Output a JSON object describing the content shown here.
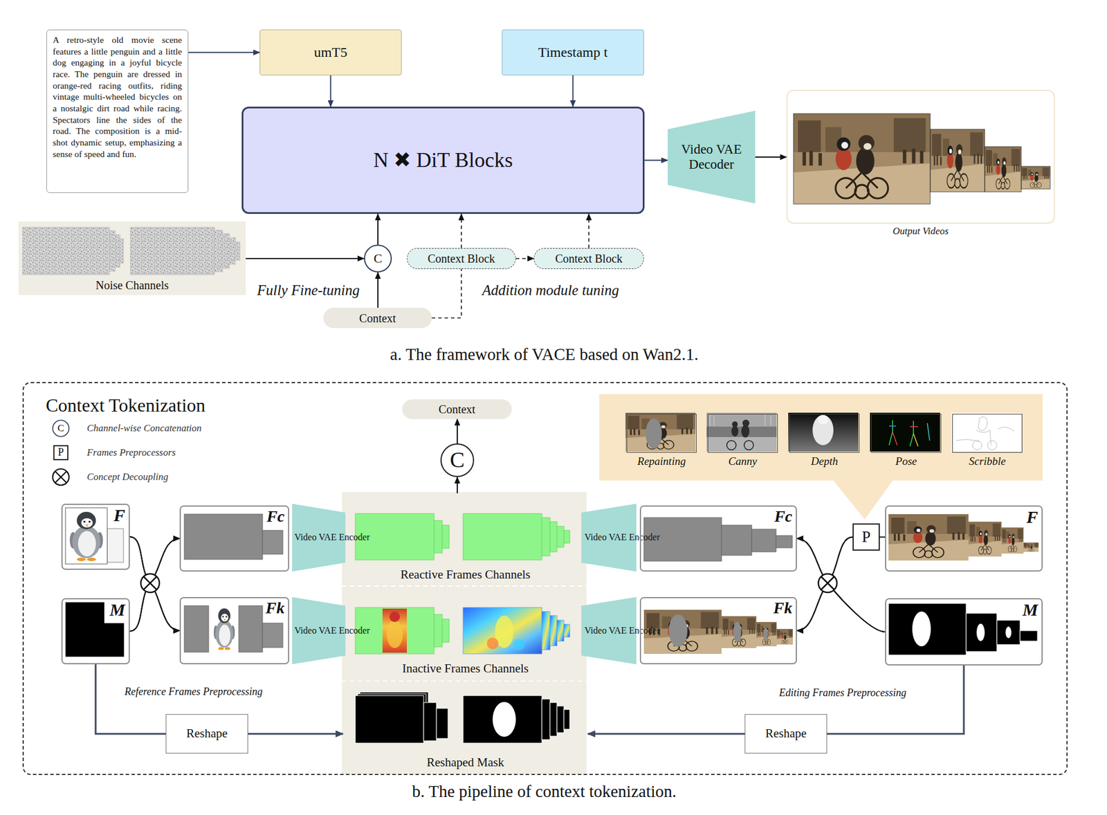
{
  "diagram": {
    "nodes": [
      {
        "text": [
          "A retro-style old movie scene features a little penguin and a little dog engaging in a joyful bicycle race. The penguin are dressed in orange-red racing outfits, riding vintage multi-wheeled bicycles on a nostalgic dirt road while racing. Spectators line the sides of the road. The composition is a mid-shot dynamic setup, emphasizing a sense of speed and fun."
        ]
      },
      {
        "text": [
          "umT5"
        ]
      },
      {
        "text": [
          "Timestamp t"
        ]
      },
      {
        "text": [
          "N ✖ DiT Blocks"
        ]
      },
      {
        "text": [
          "Video VAE Decoder"
        ]
      },
      {
        "text": [
          "Output Videos"
        ]
      },
      {
        "text": [
          "Noise Channels"
        ]
      },
      {
        "text": [
          "C"
        ]
      },
      {
        "text": [
          "Context Block"
        ]
      },
      {
        "text": [
          "Context Block"
        ]
      },
      {
        "text": [
          "Context"
        ]
      },
      {
        "text": [
          "Context Tokenization"
        ]
      },
      {
        "text": [
          "Context"
        ],
        "in": 11
      },
      {
        "text": [
          "C"
        ],
        "in": 11
      },
      {
        "text": [
          "Reactive Frames Channels"
        ],
        "in": 11
      },
      {
        "text": [
          "Inactive Frames Channels"
        ],
        "in": 11
      },
      {
        "text": [
          "Reshaped Mask"
        ],
        "in": 11
      },
      {
        "text": [
          "F"
        ],
        "in": 11
      },
      {
        "text": [
          "M"
        ],
        "in": 11
      },
      {
        "text": [
          "Fc"
        ],
        "in": 11
      },
      {
        "text": [
          "Fk"
        ],
        "in": 11
      },
      {
        "text": [
          "Video VAE Encoder"
        ],
        "in": 11
      },
      {
        "text": [
          "Video VAE Encoder"
        ],
        "in": 11
      },
      {
        "text": [
          "Video VAE Encoder"
        ],
        "in": 11
      },
      {
        "text": [
          "Video VAE Encoder"
        ],
        "in": 11
      },
      {
        "text": [
          "Fc"
        ],
        "in": 11
      },
      {
        "text": [
          "Fk"
        ],
        "in": 11
      },
      {
        "text": [
          "P"
        ],
        "in": 11
      },
      {
        "text": [
          "F"
        ],
        "in": 11
      },
      {
        "text": [
          "M"
        ],
        "in": 11
      },
      {
        "text": [
          "Repainting"
        ],
        "in": 11
      },
      {
        "text": [
          "Canny"
        ],
        "in": 11
      },
      {
        "text": [
          "Depth"
        ],
        "in": 11
      },
      {
        "text": [
          "Pose"
        ],
        "in": 11
      },
      {
        "text": [
          "Scribble"
        ],
        "in": 11
      },
      {
        "text": [
          "Reshape"
        ],
        "in": 11
      },
      {
        "text": [
          "Reshape"
        ],
        "in": 11
      }
    ],
    "edges": [
      {
        "from": 0,
        "to": 1,
        "arrow": "to"
      },
      {
        "from": 1,
        "to": 3,
        "arrow": "to"
      },
      {
        "from": 2,
        "to": 3,
        "arrow": "to"
      },
      {
        "from": 3,
        "to": 4,
        "arrow": "to"
      },
      {
        "from": 4,
        "to": 5,
        "arrow": "to"
      },
      {
        "from": 6,
        "to": 7,
        "arrow": "to"
      },
      {
        "from": 10,
        "to": 7,
        "arrow": "to"
      },
      {
        "from": 7,
        "to": 3,
        "arrow": "to"
      },
      {
        "from": 10,
        "to": 8,
        "arrow": "none"
      },
      {
        "from": 8,
        "to": 9,
        "arrow": "to"
      },
      {
        "from": 8,
        "to": 3,
        "arrow": "to"
      },
      {
        "from": 9,
        "to": 3,
        "arrow": "to"
      },
      {
        "from": 17,
        "to": 19,
        "arrow": "to"
      },
      {
        "from": 17,
        "to": 20,
        "arrow": "to"
      },
      {
        "from": 18,
        "to": 19,
        "arrow": "to"
      },
      {
        "from": 18,
        "to": 20,
        "arrow": "to"
      },
      {
        "from": 28,
        "to": 27,
        "arrow": "none"
      },
      {
        "from": 27,
        "to": 25,
        "arrow": "to"
      },
      {
        "from": 27,
        "to": 26,
        "arrow": "to"
      },
      {
        "from": 29,
        "to": 25,
        "arrow": "to"
      },
      {
        "from": 29,
        "to": 26,
        "arrow": "to"
      },
      {
        "from": 18,
        "to": 35,
        "arrow": "none"
      },
      {
        "from": 35,
        "to": 16,
        "arrow": "to"
      },
      {
        "from": 29,
        "to": 36,
        "arrow": "none"
      },
      {
        "from": 36,
        "to": 16,
        "arrow": "to"
      },
      {
        "from": 14,
        "to": 13,
        "arrow": "to"
      },
      {
        "from": 13,
        "to": 12,
        "arrow": "to"
      }
    ],
    "labels": [
      "Fully Fine-tuning",
      "Addition module tuning",
      "a. The framework of VACE based on Wan2.1.",
      "C",
      "P",
      "Reference Frames Preprocessing",
      "Editing Frames Preprocessing",
      "b. The pipeline of context tokenization."
    ],
    "legend": [
      {
        "text": "Channel-wise Concatenation"
      },
      {
        "text": "Frames Preprocessors"
      },
      {
        "text": "Concept Decoupling"
      }
    ]
  }
}
